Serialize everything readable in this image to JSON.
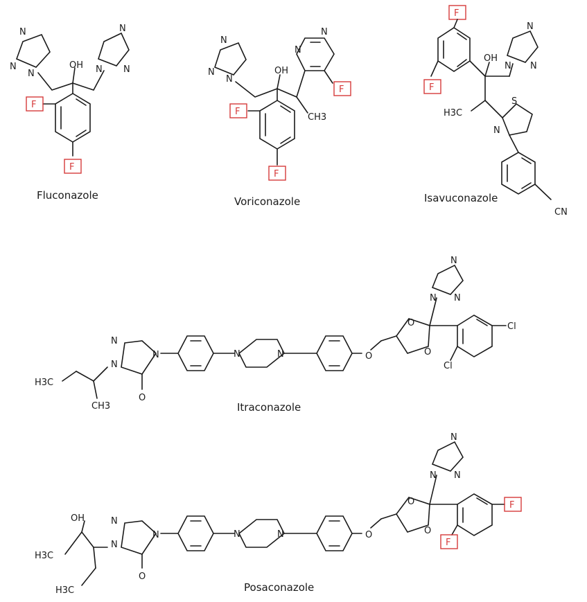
{
  "colors": {
    "bond": "#1a1a1a",
    "fluorine_highlight": "#d63a3a",
    "background": "#ffffff"
  },
  "molecules": {
    "fluconazole": {
      "name": "Fluconazole"
    },
    "voriconazole": {
      "name": "Voriconazole"
    },
    "isavuconazole": {
      "name": "Isavuconazole"
    },
    "itraconazole": {
      "name": "Itraconazole"
    },
    "posaconazole": {
      "name": "Posaconazole"
    }
  },
  "atoms": {
    "N": "N",
    "OH": "OH",
    "O": "O",
    "S": "S",
    "F": "F",
    "Cl": "Cl",
    "CN": "CN",
    "CH3": "CH3",
    "H3C": "H3C"
  }
}
